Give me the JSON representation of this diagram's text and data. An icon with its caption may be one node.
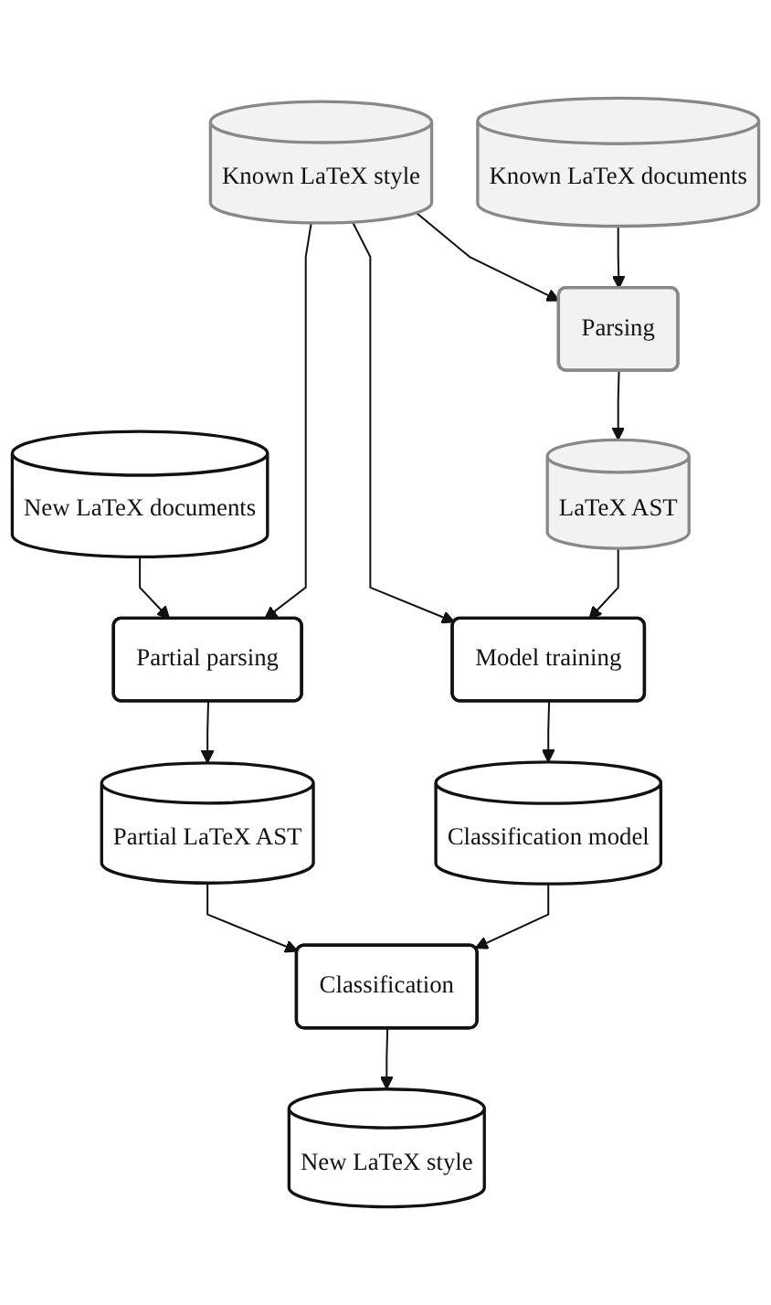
{
  "diagram": {
    "nodes": [
      {
        "text": [
          "Known LaTeX documents"
        ]
      },
      {
        "text": [
          "Known LaTeX style"
        ]
      },
      {
        "text": [
          "New LaTeX documents"
        ]
      },
      {
        "text": [
          "Parsing"
        ]
      },
      {
        "text": [
          "Model training"
        ]
      },
      {
        "text": [
          "Partial parsing"
        ]
      },
      {
        "text": [
          "LaTeX AST"
        ]
      },
      {
        "text": [
          "Classification model"
        ]
      },
      {
        "text": [
          "Partial LaTeX AST"
        ]
      },
      {
        "text": [
          "Classification"
        ]
      },
      {
        "text": [
          "New LaTeX style"
        ]
      }
    ],
    "edges": [
      {
        "from": 0,
        "to": 3,
        "arrow": "to"
      },
      {
        "from": 1,
        "to": 3,
        "arrow": "to"
      },
      {
        "from": 1,
        "to": 4,
        "arrow": "to"
      },
      {
        "from": 1,
        "to": 5,
        "arrow": "to"
      },
      {
        "from": 2,
        "to": 5,
        "arrow": "to"
      },
      {
        "from": 3,
        "to": 6,
        "arrow": "to"
      },
      {
        "from": 6,
        "to": 4,
        "arrow": "to"
      },
      {
        "from": 4,
        "to": 7,
        "arrow": "to"
      },
      {
        "from": 5,
        "to": 8,
        "arrow": "to"
      },
      {
        "from": 7,
        "to": 9,
        "arrow": "to"
      },
      {
        "from": 8,
        "to": 9,
        "arrow": "to"
      },
      {
        "from": 9,
        "to": 10,
        "arrow": "to"
      }
    ]
  }
}
